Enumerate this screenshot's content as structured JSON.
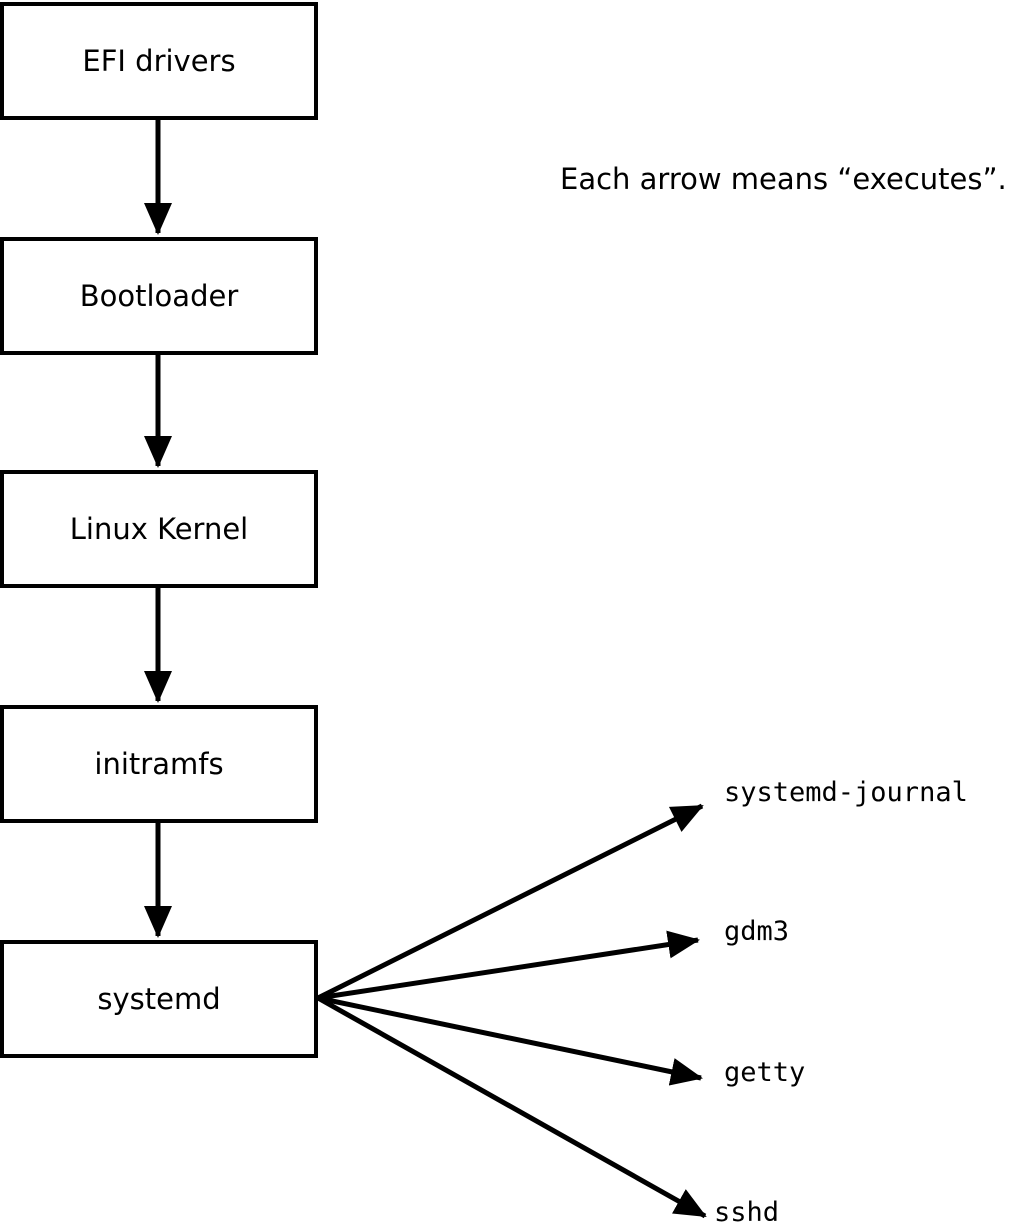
{
  "diagram": {
    "title_note": "Each arrow means “executes”.",
    "arrow_meaning": "executes",
    "boxes": [
      {
        "label": "EFI drivers"
      },
      {
        "label": "Bootloader"
      },
      {
        "label": "Linux Kernel"
      },
      {
        "label": "initramfs"
      },
      {
        "label": "systemd"
      }
    ],
    "chain_arrows": [
      {
        "from": "EFI drivers",
        "to": "Bootloader"
      },
      {
        "from": "Bootloader",
        "to": "Linux Kernel"
      },
      {
        "from": "Linux Kernel",
        "to": "initramfs"
      },
      {
        "from": "initramfs",
        "to": "systemd"
      }
    ],
    "targets": [
      {
        "label": "systemd-journal",
        "from": "systemd"
      },
      {
        "label": "gdm3",
        "from": "systemd"
      },
      {
        "label": "getty",
        "from": "systemd"
      },
      {
        "label": "sshd",
        "from": "systemd"
      }
    ],
    "colors": {
      "stroke": "#000000",
      "box_fill": "#ffffff",
      "background": "#ffffff"
    }
  }
}
